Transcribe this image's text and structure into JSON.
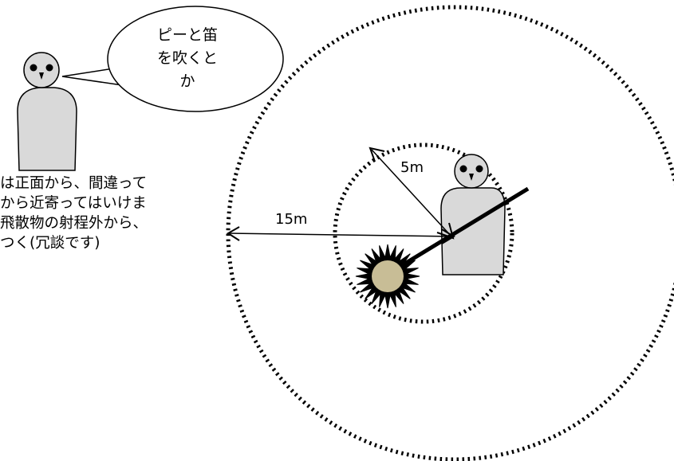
{
  "speech_bubble": {
    "lines": [
      "ピーと笛",
      "を吹くと",
      "か"
    ]
  },
  "note": {
    "lines": [
      "は正面から、間違って",
      "から近寄ってはいけま",
      "飛散物の射程外から、",
      "つく(冗談です)"
    ]
  },
  "dimensions": {
    "inner_radius_label": "5m",
    "outer_radius_label": "15m"
  }
}
